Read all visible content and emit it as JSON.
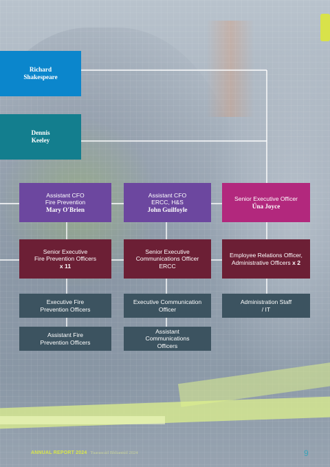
{
  "org_chart": {
    "richard": {
      "lines": [
        "Richard",
        "Shakespeare"
      ]
    },
    "dennis": {
      "lines": [
        "Dennis",
        "Keeley"
      ]
    },
    "acfo_fire": {
      "lines": [
        "Assistant CFO",
        "Fire Prevention"
      ],
      "name": "Mary O'Brien"
    },
    "acfo_ercc": {
      "lines": [
        "Assistant CFO",
        "ERCC, H&S"
      ],
      "name": "John Guilfoyle"
    },
    "seo": {
      "line": "Senior Executive Officer",
      "name": "Úna Joyce"
    },
    "sefpo": {
      "lines": [
        "Senior Executive",
        "Fire Prevention Officers"
      ],
      "count": "x 11"
    },
    "seco": {
      "lines": [
        "Senior  Executive",
        "Communications Officer",
        "ERCC"
      ]
    },
    "ero": {
      "line1": "Employee Relations Officer,",
      "line2": "Administrative Officers",
      "count": "x 2"
    },
    "efpo": {
      "lines": [
        "Executive Fire",
        "Prevention Officers"
      ]
    },
    "eco": {
      "lines": [
        "Executive Communication",
        "Officer"
      ]
    },
    "admin": {
      "lines": [
        "Administration Staff",
        "/ IT"
      ]
    },
    "afpo": {
      "lines": [
        "Assistant Fire",
        "Prevention Officers"
      ]
    },
    "aco": {
      "lines": [
        "Assistant",
        "Communications",
        "Officers"
      ]
    }
  },
  "footer": {
    "report": "ANNUAL REPORT",
    "year": "2024",
    "subtitle": "Tuarascáil Bhliantúil 2024",
    "page": "9"
  },
  "colors": {
    "blue": "#0b86cc",
    "teal": "#137e8e",
    "purple": "#6c479f",
    "magenta": "#b2287d",
    "maroon": "#6c1f35",
    "slate": "#3c5360",
    "footer_accent": "#d7e64a"
  }
}
